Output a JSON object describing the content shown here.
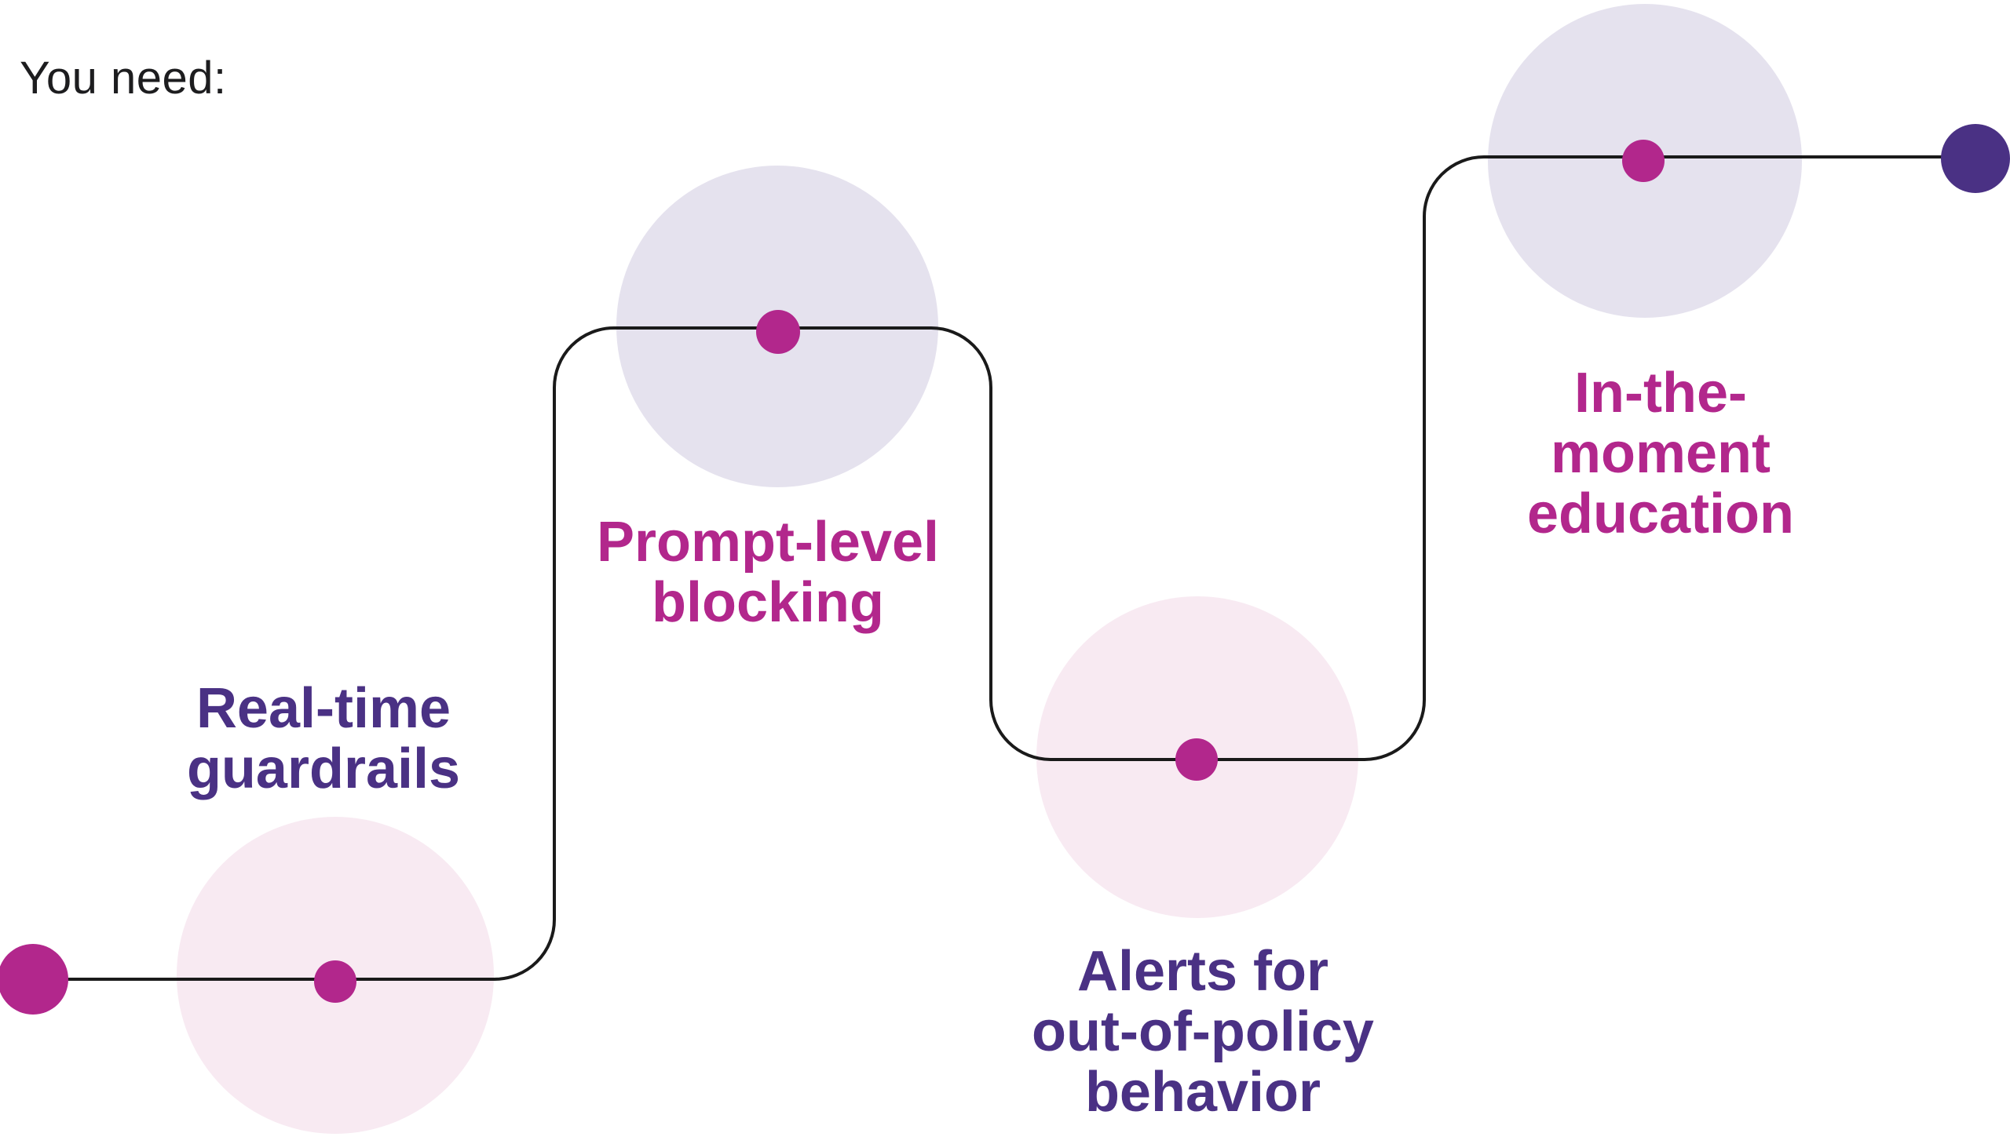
{
  "header": {
    "text": "You need:"
  },
  "colors": {
    "background": "#ffffff",
    "ink": "#1d1d1f",
    "line": "#1a1a1a",
    "magenta": "#b2278c",
    "purple": "#4a3184",
    "pale_pink": "#f8eaf2",
    "pale_lavender": "#e5e2ee"
  },
  "journey": {
    "start_marker": "large-magenta-dot",
    "end_marker": "large-purple-dot",
    "milestones": [
      {
        "id": 1,
        "lines": [
          "Real-time",
          "guardrails"
        ],
        "accent": "purple"
      },
      {
        "id": 2,
        "lines": [
          "Prompt-level",
          "blocking"
        ],
        "accent": "magenta"
      },
      {
        "id": 3,
        "lines": [
          "Alerts for",
          "out-of-policy",
          "behavior"
        ],
        "accent": "purple"
      },
      {
        "id": 4,
        "lines": [
          "In-the-",
          "moment",
          "education"
        ],
        "accent": "magenta"
      }
    ]
  }
}
